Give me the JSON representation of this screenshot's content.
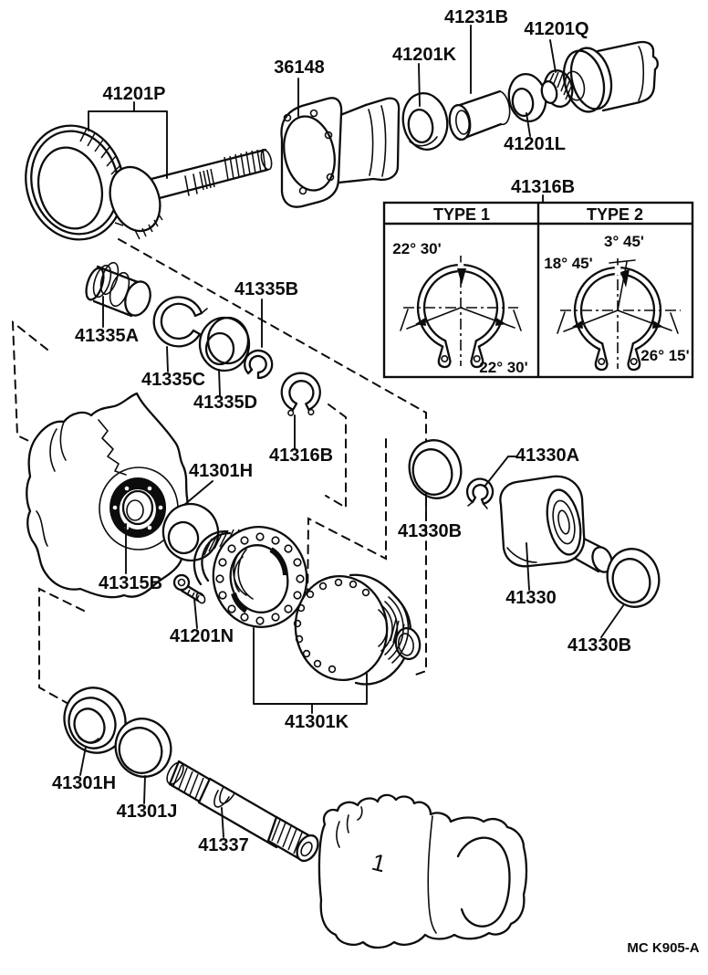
{
  "page": {
    "background": "#ffffff",
    "ink": "#0c0c0c"
  },
  "footer": {
    "code": "MC K905-A"
  },
  "housing_mark": "1",
  "inset": {
    "label": "41316B",
    "columns": [
      "TYPE 1",
      "TYPE 2"
    ],
    "type1": {
      "top_left": "22° 30'",
      "bottom_right": "22° 30'"
    },
    "type2": {
      "top": "3° 45'",
      "upper_left": "18° 45'",
      "bottom_right": "26° 15'"
    }
  },
  "callouts": {
    "c41201P": "41201P",
    "c36148": "36148",
    "c41201K": "41201K",
    "c41231B": "41231B",
    "c41201Q": "41201Q",
    "c41201L": "41201L",
    "c41335A": "41335A",
    "c41335B": "41335B",
    "c41335C": "41335C",
    "c41335D": "41335D",
    "c41316B": "41316B",
    "c41301H_upper": "41301H",
    "c41315B": "41315B",
    "c41201N": "41201N",
    "c41301K": "41301K",
    "c41330A": "41330A",
    "c41330B_left": "41330B",
    "c41330": "41330",
    "c41330B_right": "41330B",
    "c41301H_lower": "41301H",
    "c41301J": "41301J",
    "c41337": "41337"
  }
}
